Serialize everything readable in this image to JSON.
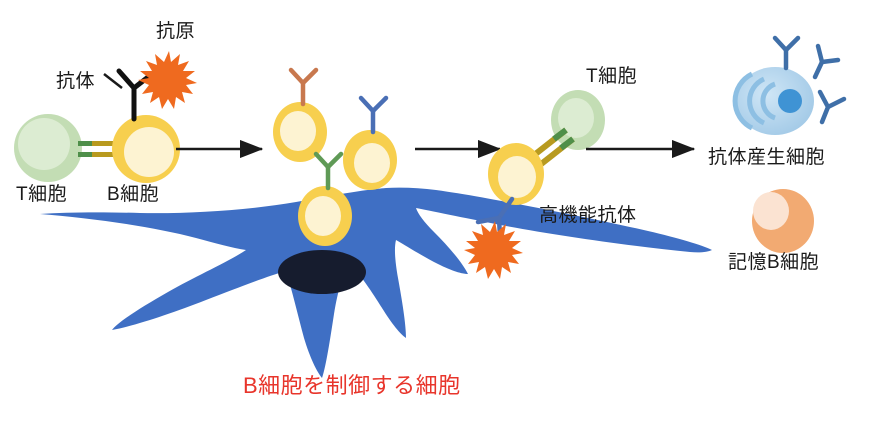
{
  "diagram": {
    "title_caption": "B細胞を制御する細胞",
    "caption_color": "#e8352b",
    "background": "#ffffff"
  },
  "labels": {
    "antigen": "抗原",
    "antibody": "抗体",
    "t_cell_left": "T細胞",
    "b_cell_left": "B細胞",
    "t_cell_right": "T細胞",
    "high_function_antibody": "高機能抗体",
    "antibody_producing_cell": "抗体産生細胞",
    "memory_b_cell": "記憶B細胞",
    "bottom_caption": "B細胞を制御する細胞"
  },
  "colors": {
    "b_cell_fill": "#f7cf4e",
    "b_cell_inner": "#fdf3d2",
    "t_cell_fill": "#c3ddb4",
    "t_cell_inner": "#dcecd2",
    "antigen_orange": "#ef6a1f",
    "dendritic_blue": "#3f6fc4",
    "dendritic_nucleus": "#161c2e",
    "plasma_cell_blue": "#a8cde8",
    "plasma_nucleus": "#3f93d4",
    "memory_cell_orange": "#f2aa72",
    "memory_cell_inner": "#fbe3d2",
    "antibody_black": "#111111",
    "antibody_brown": "#c8784e",
    "antibody_blue": "#4a6fb5",
    "antibody_green": "#5f9a56",
    "antibody_slate": "#3f6fa8",
    "receptor_olive": "#b89a1f",
    "receptor_green": "#4f8f4a",
    "arrow_black": "#1a1a1a",
    "caption_red": "#e8352b"
  },
  "stages": [
    {
      "id": "stage-1",
      "name": "t-cell-b-cell-pair-with-antigen",
      "cells": [
        "T細胞",
        "B細胞"
      ],
      "antibody_color": "#111111",
      "antigen_present": true
    },
    {
      "id": "stage-2",
      "name": "b-cell-clones-diverse-antibodies",
      "cells": [
        "B細胞",
        "B細胞",
        "B細胞"
      ],
      "antibody_colors": [
        "#c8784e",
        "#4a6fb5",
        "#5f9a56"
      ],
      "antigen_present": false
    },
    {
      "id": "stage-3",
      "name": "b-cell-t-cell-selection-high-affinity",
      "cells": [
        "B細胞",
        "T細胞"
      ],
      "antibody_color": "#4a6fb5",
      "antigen_present": true
    },
    {
      "id": "stage-4",
      "name": "differentiation-products",
      "cells": [
        "抗体産生細胞",
        "記憶B細胞"
      ],
      "antibody_count": 3,
      "antibody_color": "#3f6fa8"
    }
  ],
  "arrows": [
    {
      "name": "arrow-stage1-to-stage2",
      "from": "stage-1",
      "to": "stage-2"
    },
    {
      "name": "arrow-stage2-to-stage3",
      "from": "stage-2",
      "to": "stage-3"
    },
    {
      "name": "arrow-stage3-to-stage4",
      "from": "stage-3",
      "to": "stage-4"
    }
  ],
  "dendritic_cell": {
    "name": "b-cell-regulating-cell",
    "label": "B細胞を制御する細胞",
    "fill": "#3f6fc4",
    "nucleus_fill": "#161c2e"
  }
}
